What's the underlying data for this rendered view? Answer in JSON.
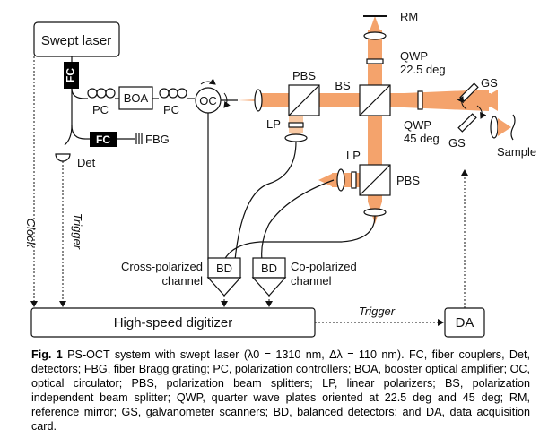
{
  "colors": {
    "beam": "#f4a36c",
    "beam_light": "#f9c9a3",
    "box_fill": "#000000",
    "line": "#111111"
  },
  "labels": {
    "swept_laser": "Swept laser",
    "fc": "FC",
    "pc": "PC",
    "boa": "BOA",
    "oc": "OC",
    "fbg": "FBG",
    "det": "Det",
    "clock": "Clock",
    "trigger": "Trigger",
    "pbs": "PBS",
    "lp": "LP",
    "bs": "BS",
    "rm": "RM",
    "qwp_top": "QWP",
    "qwp_top_angle": "22.5 deg",
    "qwp_mid": "QWP",
    "qwp_mid_angle": "45 deg",
    "gs": "GS",
    "sample": "Sample",
    "bd": "BD",
    "cross_line1": "Cross-polarized",
    "cross_line2": "channel",
    "co_line1": "Co-polarized",
    "co_line2": "channel",
    "digitizer": "High-speed digitizer",
    "trigger_right": "Trigger",
    "da": "DA"
  },
  "caption": {
    "fig": "Fig. 1",
    "title": "PS-OCT system with swept laser",
    "lambda0": "(λ0 = 1310 nm, Δλ = 110 nm).",
    "body": "FC, fiber couplers, Det, detectors; FBG, fiber Bragg grating; PC, polarization controllers; BOA, booster optical amplifier; OC, optical circulator; PBS, polarization beam splitters; LP, linear polarizers; BS, polarization independent beam splitter; QWP, quarter wave plates oriented at 22.5 deg and 45 deg; RM, reference mirror; GS, galvanometer scanners; BD, balanced detectors; and DA, data acquisition card."
  }
}
